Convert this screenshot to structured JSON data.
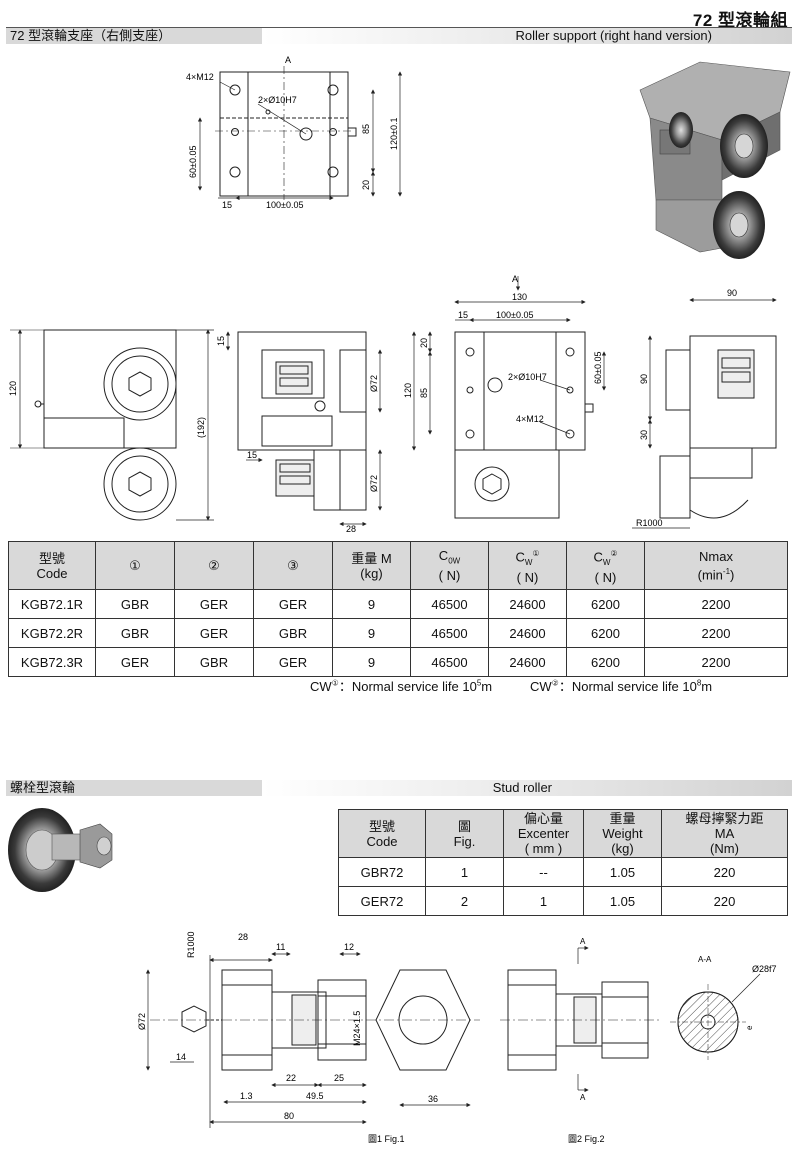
{
  "page_title": "72 型滾輪組",
  "section1": {
    "title_zh": "72 型滾輪支座（右側支座）",
    "title_en": "Roller support (right hand version)"
  },
  "drawing_top": {
    "label_A": "A",
    "label_holes": "4×M12",
    "label_pin": "2×Ø10H7",
    "dim_85": "85",
    "dim_120": "120±0.1",
    "dim_60": "60±0.05",
    "dim_20": "20",
    "dim_15": "15",
    "dim_100": "100±0.05"
  },
  "drawing_row2": {
    "dim_120_left": "120",
    "dim_192": "(192)",
    "dim_15a": "15",
    "dim_15b": "15",
    "dim_d72a": "Ø72",
    "dim_d72b": "Ø72",
    "dim_28": "28",
    "label_A2": "A",
    "dim_130": "130",
    "dim_15c": "15",
    "dim_100b": "100±0.05",
    "dim_20b": "20",
    "dim_120b": "120",
    "dim_85b": "85",
    "label_pin2": "2×Ø10H7",
    "label_holes2": "4×M12",
    "dim_60b": "60±0.05",
    "dim_90a": "90",
    "dim_90b": "90",
    "dim_30": "30",
    "label_r1000": "R1000"
  },
  "table1": {
    "headers": {
      "code_zh": "型號",
      "code_en": "Code",
      "c1": "①",
      "c2": "②",
      "c3": "③",
      "weight_zh": "重量 M",
      "weight_unit": "(kg)",
      "c0w": "C",
      "c0w_sub": "0W",
      "c0w_unit": "( N)",
      "cw1": "C",
      "cw1_sub": "W",
      "cw1_sup": "①",
      "cw1_unit": "( N)",
      "cw2": "C",
      "cw2_sub": "W",
      "cw2_sup": "②",
      "cw2_unit": "( N)",
      "nmax": "Nmax",
      "nmax_unit": "(min",
      "nmax_sup": "-1",
      "nmax_close": ")"
    },
    "rows": [
      [
        "KGB72.1R",
        "GBR",
        "GER",
        "GER",
        "9",
        "46500",
        "24600",
        "6200",
        "2200"
      ],
      [
        "KGB72.2R",
        "GBR",
        "GER",
        "GBR",
        "9",
        "46500",
        "24600",
        "6200",
        "2200"
      ],
      [
        "KGB72.3R",
        "GER",
        "GBR",
        "GER",
        "9",
        "46500",
        "24600",
        "6200",
        "2200"
      ]
    ],
    "note1_pre": "CW",
    "note1_sup": "①",
    "note1_text": "：Normal service life 10",
    "note1_exp": "5",
    "note1_unit": "m",
    "note2_pre": "CW",
    "note2_sup": "②",
    "note2_text": "：Normal service life 10",
    "note2_exp": "8",
    "note2_unit": "m"
  },
  "section2": {
    "title_zh": "螺栓型滾輪",
    "title_en": "Stud roller"
  },
  "table2": {
    "headers": {
      "code_zh": "型號",
      "code_en": "Code",
      "fig_zh": "圖",
      "fig_en": "Fig.",
      "exc_zh": "偏心量",
      "exc_en": "Excenter",
      "exc_unit": "( mm )",
      "wt_zh": "重量",
      "wt_en": "Weight",
      "wt_unit": "(kg)",
      "ma_zh": "螺母擰緊力距",
      "ma_en": "MA",
      "ma_unit": "(Nm)"
    },
    "rows": [
      [
        "GBR72",
        "1",
        "--",
        "1.05",
        "220"
      ],
      [
        "GER72",
        "2",
        "1",
        "1.05",
        "220"
      ]
    ]
  },
  "drawing_bottom": {
    "r1000": "R1000",
    "d28": "28",
    "d11": "11",
    "d12": "12",
    "d72": "Ø72",
    "d14": "14",
    "m24": "M24×1.5",
    "d22": "22",
    "d25": "25",
    "d13": "1.3",
    "d495": "49.5",
    "d80": "80",
    "d36": "36",
    "fig1": "圖1 Fig.1",
    "fig2": "圖2 Fig.2",
    "secA": "A",
    "secA2": "A",
    "aa": "A-A",
    "d28f7": "Ø28f7",
    "e": "e"
  }
}
